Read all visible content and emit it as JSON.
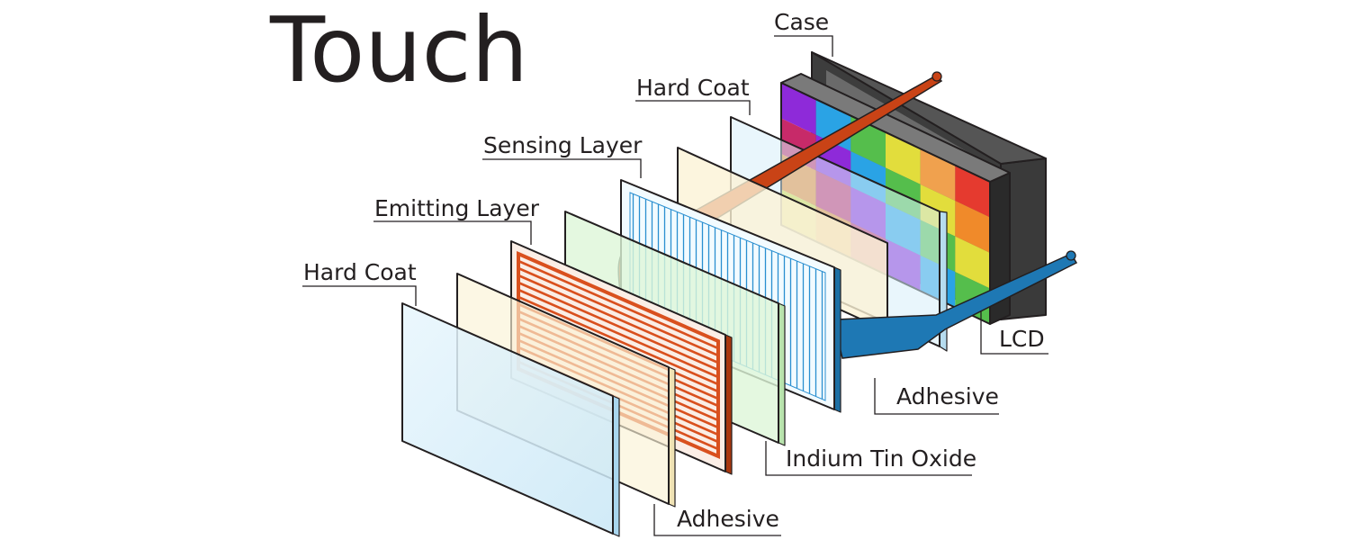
{
  "title": "Touch",
  "labels": {
    "case": "Case",
    "hard_coat_back": "Hard Coat",
    "sensing_layer": "Sensing Layer",
    "emitting_layer": "Emitting Layer",
    "hard_coat_front": "Hard Coat",
    "lcd": "LCD",
    "adhesive_back": "Adhesive",
    "indium_tin_oxide": "Indium Tin Oxide",
    "adhesive_front": "Adhesive"
  },
  "colors": {
    "text": "#231f20",
    "case_frame": "#4a4a4a",
    "glass": "#d7eef9",
    "adhesive": "#fbf3d6",
    "ito": "#ddf6d8",
    "sensing": "#2a8fd0",
    "emitting": "#d9501e",
    "tail_orange": "#c94316",
    "tail_blue": "#1e78b4"
  },
  "lcd_colors": [
    [
      "#8e2ad9",
      "#2aa3e5",
      "#55be4c",
      "#e2dd3c",
      "#f0a14e",
      "#e53a2f"
    ],
    [
      "#c72a69",
      "#8e2ad9",
      "#2aa3e5",
      "#55be4c",
      "#e2dd3c",
      "#f08a2a"
    ],
    [
      "#f08a2a",
      "#c72a69",
      "#8e2ad9",
      "#2aa3e5",
      "#55be4c",
      "#e2dd3c"
    ],
    [
      "#e2dd3c",
      "#f08a2a",
      "#c72a69",
      "#8e2ad9",
      "#2aa3e5",
      "#55be4c"
    ]
  ]
}
